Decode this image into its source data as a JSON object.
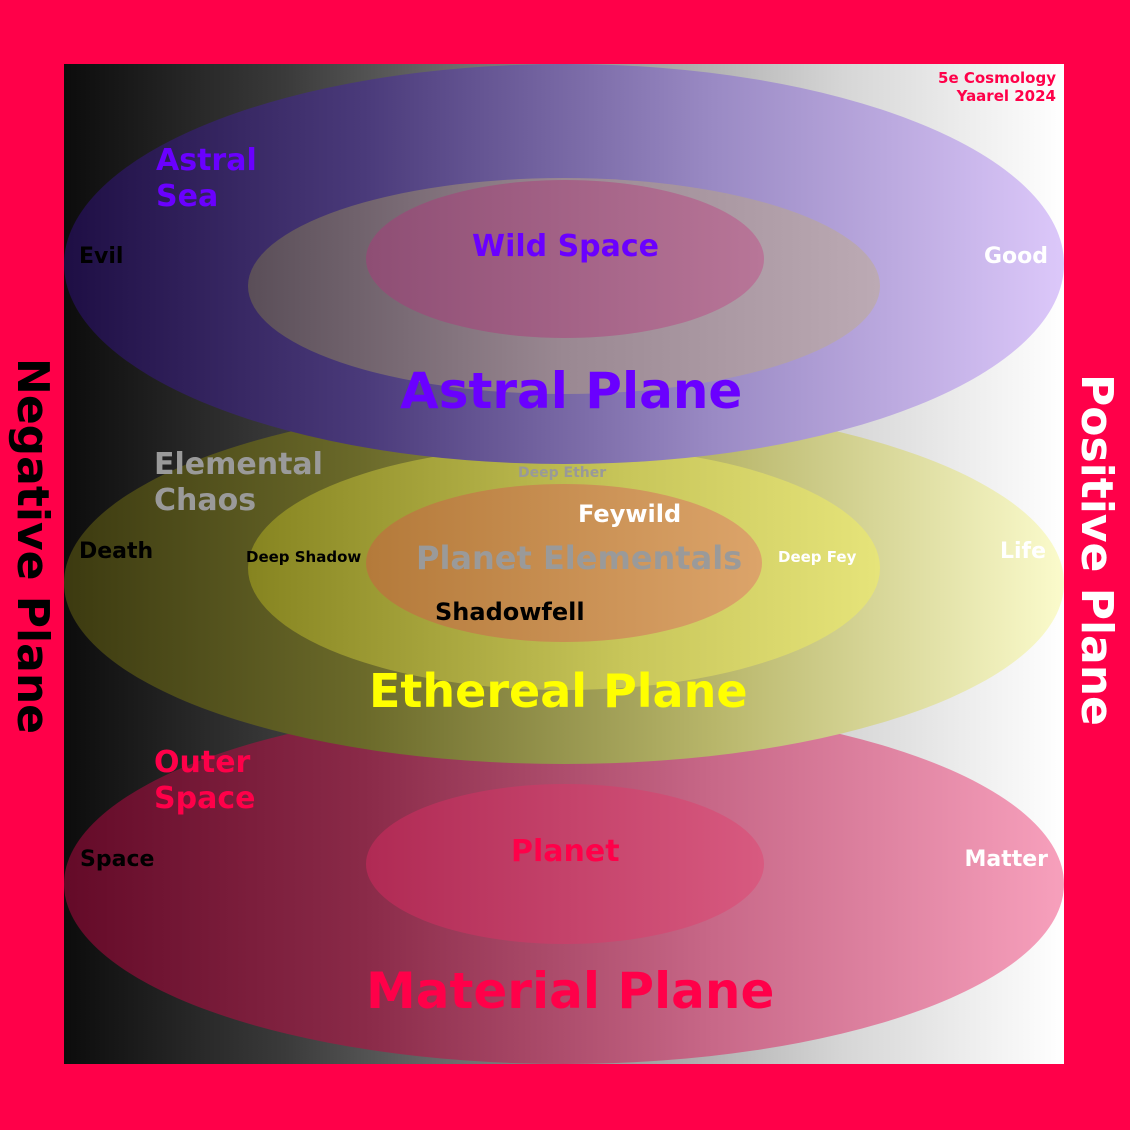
{
  "title": {
    "line1": "5e Cosmology",
    "line2": "Yaarel 2024"
  },
  "sides": {
    "left": "Negative Plane",
    "right": "Positive Plane"
  },
  "astral": {
    "plane": "Astral Plane",
    "sea": [
      "Astral",
      "Sea"
    ],
    "inner": "Wild Space",
    "left": "Evil",
    "right": "Good"
  },
  "ethereal": {
    "plane": "Ethereal Plane",
    "outer": [
      "Elemental",
      "Chaos"
    ],
    "deep_ether": "Deep Ether",
    "inner": "Planet Elementals",
    "feywild": "Feywild",
    "shadowfell": "Shadowfell",
    "deep_shadow": "Deep Shadow",
    "deep_fey": "Deep Fey",
    "left": "Death",
    "right": "Life"
  },
  "material": {
    "plane": "Material Plane",
    "outer": [
      "Outer",
      "Space"
    ],
    "inner": "Planet",
    "left": "Space",
    "right": "Matter"
  },
  "colors": {
    "border": "#ff0049",
    "astral_text": "#6a00ff",
    "ethereal_text": "#ffff00",
    "material_text": "#ff0049",
    "chaos_text": "#9a9a9a"
  }
}
